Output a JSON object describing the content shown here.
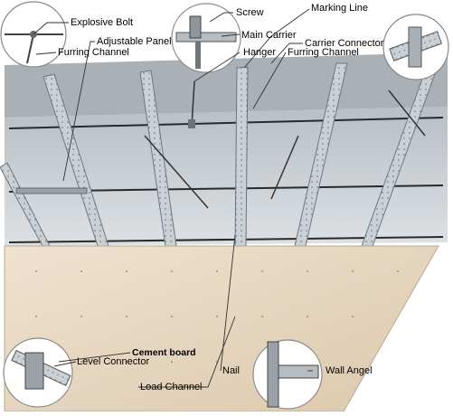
{
  "labels": {
    "explosive_bolt": "Explosive Bolt",
    "screw": "Screw",
    "marking_line": "Marking Line",
    "adjustable_panel": "Adjustable Panel",
    "main_carrier": "Main Carrier",
    "carrier_connector": "Carrier Connector",
    "furring_channel_left": "Furring Channel",
    "hanger": "Hanger",
    "furring_channel_right": "Furring Channel",
    "cement_board": "Cement board",
    "level_connector": "Level Connector",
    "nail": "Nail",
    "wall_angel": "Wall Angel",
    "load_channel": "Load Channel"
  },
  "colors": {
    "ceiling": "#c9cfd3",
    "steel": "#b9c0c6",
    "board": "#e4d4bd",
    "leader": "#333333"
  }
}
